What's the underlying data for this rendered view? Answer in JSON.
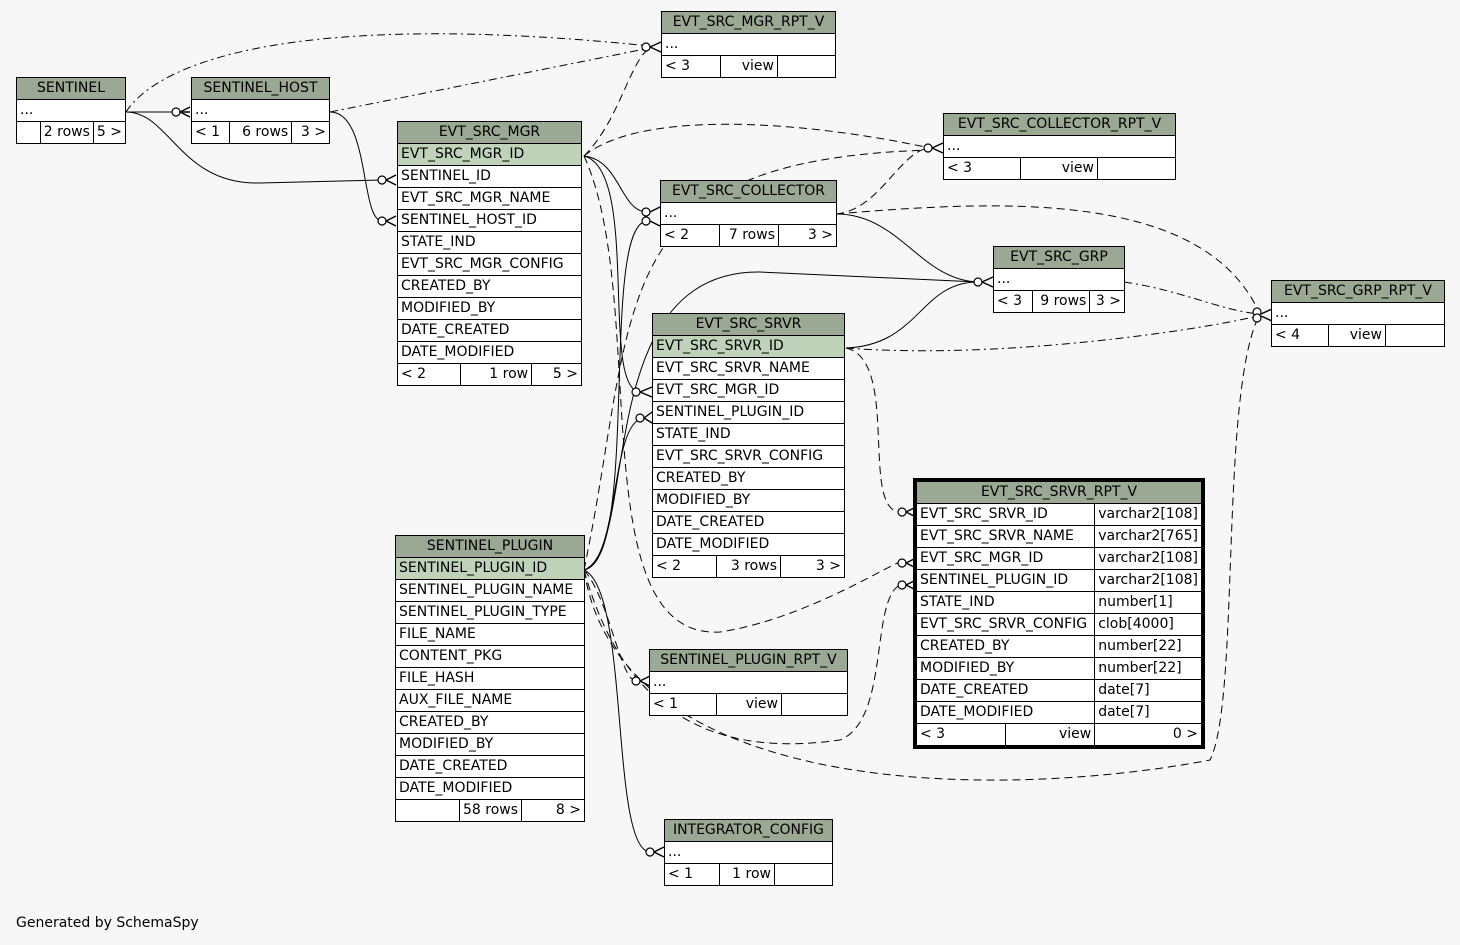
{
  "diagram": {
    "footer": "Generated by SchemaSpy",
    "colors": {
      "header": "#9aa894",
      "primary_key_row": "#bfd3bb",
      "background": "#f7f7f7"
    },
    "tables": [
      {
        "id": "sentinel",
        "name": "SENTINEL",
        "rows": [
          "..."
        ],
        "pk": [],
        "footer": [
          "",
          "2 rows",
          "5 >"
        ]
      },
      {
        "id": "sentinel_host",
        "name": "SENTINEL_HOST",
        "rows": [
          "..."
        ],
        "pk": [],
        "footer": [
          "< 1",
          "6 rows",
          "3 >"
        ]
      },
      {
        "id": "evt_src_mgr",
        "name": "EVT_SRC_MGR",
        "rows": [
          "EVT_SRC_MGR_ID",
          "SENTINEL_ID",
          "EVT_SRC_MGR_NAME",
          "SENTINEL_HOST_ID",
          "STATE_IND",
          "EVT_SRC_MGR_CONFIG",
          "CREATED_BY",
          "MODIFIED_BY",
          "DATE_CREATED",
          "DATE_MODIFIED"
        ],
        "pk": [
          0
        ],
        "footer": [
          "< 2",
          "1 row",
          "5 >"
        ]
      },
      {
        "id": "evt_src_mgr_rpt_v",
        "name": "EVT_SRC_MGR_RPT_V",
        "rows": [
          "..."
        ],
        "pk": [],
        "footer": [
          "< 3",
          "view",
          ""
        ]
      },
      {
        "id": "evt_src_collector_rpt_v",
        "name": "EVT_SRC_COLLECTOR_RPT_V",
        "rows": [
          "..."
        ],
        "pk": [],
        "footer": [
          "< 3",
          "view",
          ""
        ]
      },
      {
        "id": "evt_src_collector",
        "name": "EVT_SRC_COLLECTOR",
        "rows": [
          "..."
        ],
        "pk": [],
        "footer": [
          "< 2",
          "7 rows",
          "3 >"
        ]
      },
      {
        "id": "evt_src_grp",
        "name": "EVT_SRC_GRP",
        "rows": [
          "..."
        ],
        "pk": [],
        "footer": [
          "< 3",
          "9 rows",
          "3 >"
        ]
      },
      {
        "id": "evt_src_grp_rpt_v",
        "name": "EVT_SRC_GRP_RPT_V",
        "rows": [
          "..."
        ],
        "pk": [],
        "footer": [
          "< 4",
          "view",
          ""
        ]
      },
      {
        "id": "evt_src_srvr",
        "name": "EVT_SRC_SRVR",
        "rows": [
          "EVT_SRC_SRVR_ID",
          "EVT_SRC_SRVR_NAME",
          "EVT_SRC_MGR_ID",
          "SENTINEL_PLUGIN_ID",
          "STATE_IND",
          "EVT_SRC_SRVR_CONFIG",
          "CREATED_BY",
          "MODIFIED_BY",
          "DATE_CREATED",
          "DATE_MODIFIED"
        ],
        "pk": [
          0
        ],
        "footer": [
          "< 2",
          "3 rows",
          "3 >"
        ]
      },
      {
        "id": "sentinel_plugin",
        "name": "SENTINEL_PLUGIN",
        "rows": [
          "SENTINEL_PLUGIN_ID",
          "SENTINEL_PLUGIN_NAME",
          "SENTINEL_PLUGIN_TYPE",
          "FILE_NAME",
          "CONTENT_PKG",
          "FILE_HASH",
          "AUX_FILE_NAME",
          "CREATED_BY",
          "MODIFIED_BY",
          "DATE_CREATED",
          "DATE_MODIFIED"
        ],
        "pk": [
          0
        ],
        "footer": [
          "",
          "58 rows",
          "8 >"
        ]
      },
      {
        "id": "sentinel_plugin_rpt_v",
        "name": "SENTINEL_PLUGIN_RPT_V",
        "rows": [
          "..."
        ],
        "pk": [],
        "footer": [
          "< 1",
          "view",
          ""
        ]
      },
      {
        "id": "integrator_config",
        "name": "INTEGRATOR_CONFIG",
        "rows": [
          "..."
        ],
        "pk": [],
        "footer": [
          "< 1",
          "1 row",
          ""
        ]
      }
    ],
    "focus_table": {
      "id": "evt_src_srvr_rpt_v",
      "name": "EVT_SRC_SRVR_RPT_V",
      "columns": [
        {
          "name": "EVT_SRC_SRVR_ID",
          "type": "varchar2[108]"
        },
        {
          "name": "EVT_SRC_SRVR_NAME",
          "type": "varchar2[765]"
        },
        {
          "name": "EVT_SRC_MGR_ID",
          "type": "varchar2[108]"
        },
        {
          "name": "SENTINEL_PLUGIN_ID",
          "type": "varchar2[108]"
        },
        {
          "name": "STATE_IND",
          "type": "number[1]"
        },
        {
          "name": "EVT_SRC_SRVR_CONFIG",
          "type": "clob[4000]"
        },
        {
          "name": "CREATED_BY",
          "type": "number[22]"
        },
        {
          "name": "MODIFIED_BY",
          "type": "number[22]"
        },
        {
          "name": "DATE_CREATED",
          "type": "date[7]"
        },
        {
          "name": "DATE_MODIFIED",
          "type": "date[7]"
        }
      ],
      "footer": [
        "< 3",
        "view",
        "0 >"
      ]
    }
  }
}
